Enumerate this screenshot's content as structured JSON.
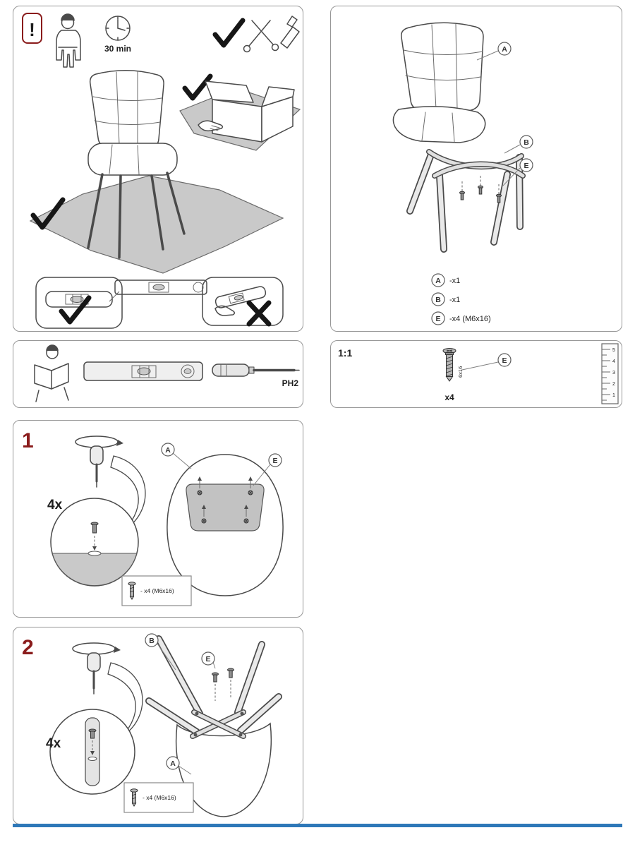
{
  "meta": {
    "type": "chair-assembly-instructions"
  },
  "colors": {
    "accent_red": "#8a1c1c",
    "footer_blue": "#2e78b8",
    "gray_fill": "#c9c9c9",
    "line": "#4a4a4a",
    "panel_border": "#979797"
  },
  "prepare": {
    "warning_mark": "!",
    "time_label": "30 min"
  },
  "parts": {
    "labels": {
      "a": "A",
      "b": "B",
      "e": "E"
    },
    "list": [
      {
        "label": "A",
        "qty": "-x1"
      },
      {
        "label": "B",
        "qty": "-x1"
      },
      {
        "label": "E",
        "qty": "-x4 (M6x16)"
      }
    ]
  },
  "tools": {
    "screwdriver_label": "PH2"
  },
  "scale_panel": {
    "scale_label": "1:1",
    "screw_size": "6x16",
    "qty_label": "x4",
    "part_label": "E",
    "ruler_numbers": [
      "5",
      "4",
      "3",
      "2",
      "1"
    ]
  },
  "step1": {
    "number": "1",
    "multiplier": "4x",
    "label_a": "A",
    "label_e": "E",
    "hardware_note": "- x4 (M6x16)"
  },
  "step2": {
    "number": "2",
    "multiplier": "4x",
    "label_a": "A",
    "label_b": "B",
    "label_e": "E",
    "hardware_note": "- x4 (M6x16)"
  }
}
